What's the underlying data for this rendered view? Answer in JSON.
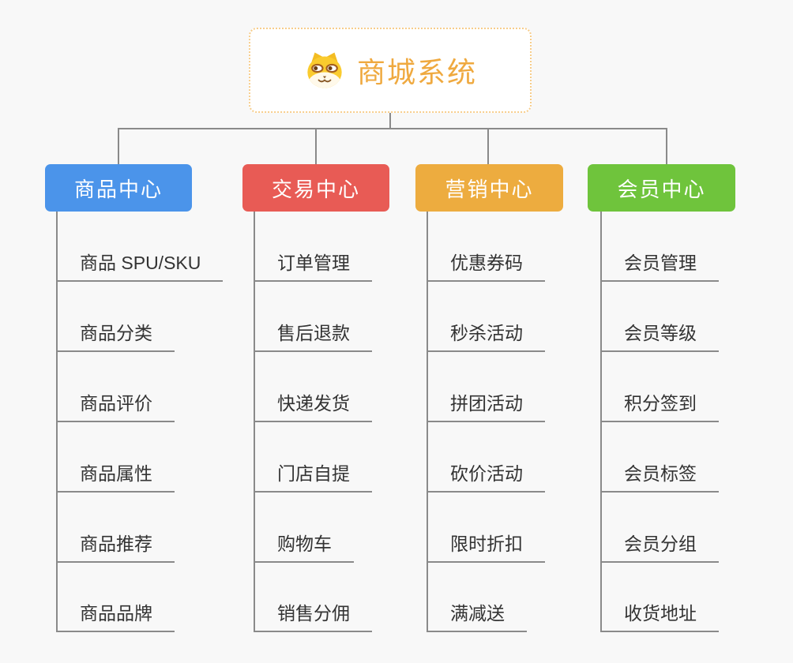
{
  "colors": {
    "background": "#F8F8F8",
    "connector": "#8A8A8A",
    "root_border": "#F7CD8B",
    "root_text": "#EFA93F",
    "item_text": "#333333",
    "branch_text": "#FFFFFF"
  },
  "root": {
    "title": "商城系统",
    "icon": "dog-face-icon"
  },
  "branches": [
    {
      "label": "商品中心",
      "color": "#4B94EA",
      "items": [
        "商品 SPU/SKU",
        "商品分类",
        "商品评价",
        "商品属性",
        "商品推荐",
        "商品品牌"
      ]
    },
    {
      "label": "交易中心",
      "color": "#E85B55",
      "items": [
        "订单管理",
        "售后退款",
        "快递发货",
        "门店自提",
        "购物车",
        "销售分佣"
      ]
    },
    {
      "label": "营销中心",
      "color": "#EDAC3F",
      "items": [
        "优惠券码",
        "秒杀活动",
        "拼团活动",
        "砍价活动",
        "限时折扣",
        "满减送"
      ]
    },
    {
      "label": "会员中心",
      "color": "#6FC43C",
      "items": [
        "会员管理",
        "会员等级",
        "积分签到",
        "会员标签",
        "会员分组",
        "收货地址"
      ]
    }
  ]
}
